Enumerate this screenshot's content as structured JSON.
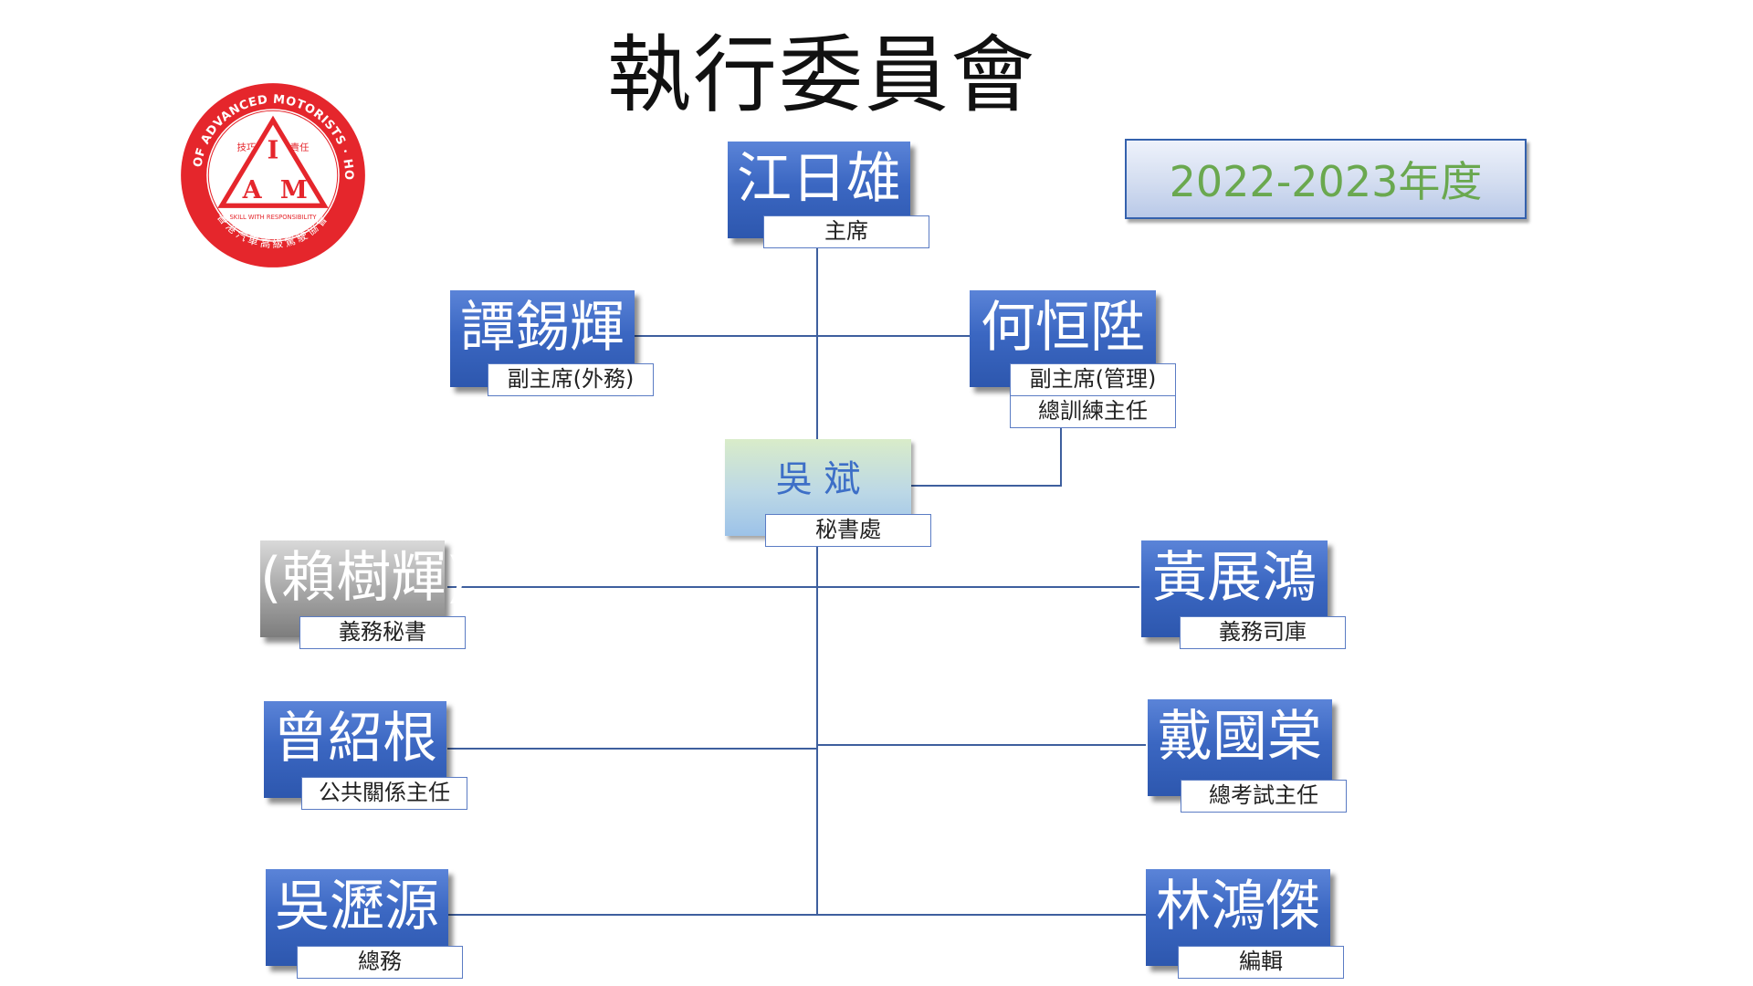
{
  "title": "執行委員會",
  "year_label": "2022-2023年度",
  "logo": {
    "ring_text": "INSTITUTE OF ADVANCED MOTORISTS · HONG KONG",
    "letters": "IAM",
    "left_motto": "技巧",
    "right_motto": "責任",
    "tagline": "SKILL WITH RESPONSIBILITY",
    "chinese_name": "香港汽車高級駕駛協會"
  },
  "members": {
    "chairman": {
      "name": "江日雄",
      "role": "主席"
    },
    "vice_external": {
      "name": "譚錫輝",
      "role": "副主席(外務)"
    },
    "vice_admin": {
      "name": "何恒陞",
      "role": "副主席(管理)",
      "role2": "總訓練主任"
    },
    "secretariat": {
      "name": "吳 斌",
      "role": "秘書處"
    },
    "hon_secretary": {
      "name": "(賴樹輝)",
      "role": "義務秘書"
    },
    "hon_treasurer": {
      "name": "黃展鴻",
      "role": "義務司庫"
    },
    "public_relations": {
      "name": "曾紹根",
      "role": "公共關係主任"
    },
    "chief_examiner": {
      "name": "戴國棠",
      "role": "總考試主任"
    },
    "general_affairs": {
      "name": "吳瀝源",
      "role": "總務"
    },
    "editor": {
      "name": "林鴻傑",
      "role": "編輯"
    }
  },
  "colors": {
    "node_blue": "#3b67c2",
    "secretariat_text": "#3d6fc7",
    "year_text": "#6aa84f",
    "line": "#3e5f9e",
    "logo_red": "#e5262c"
  }
}
